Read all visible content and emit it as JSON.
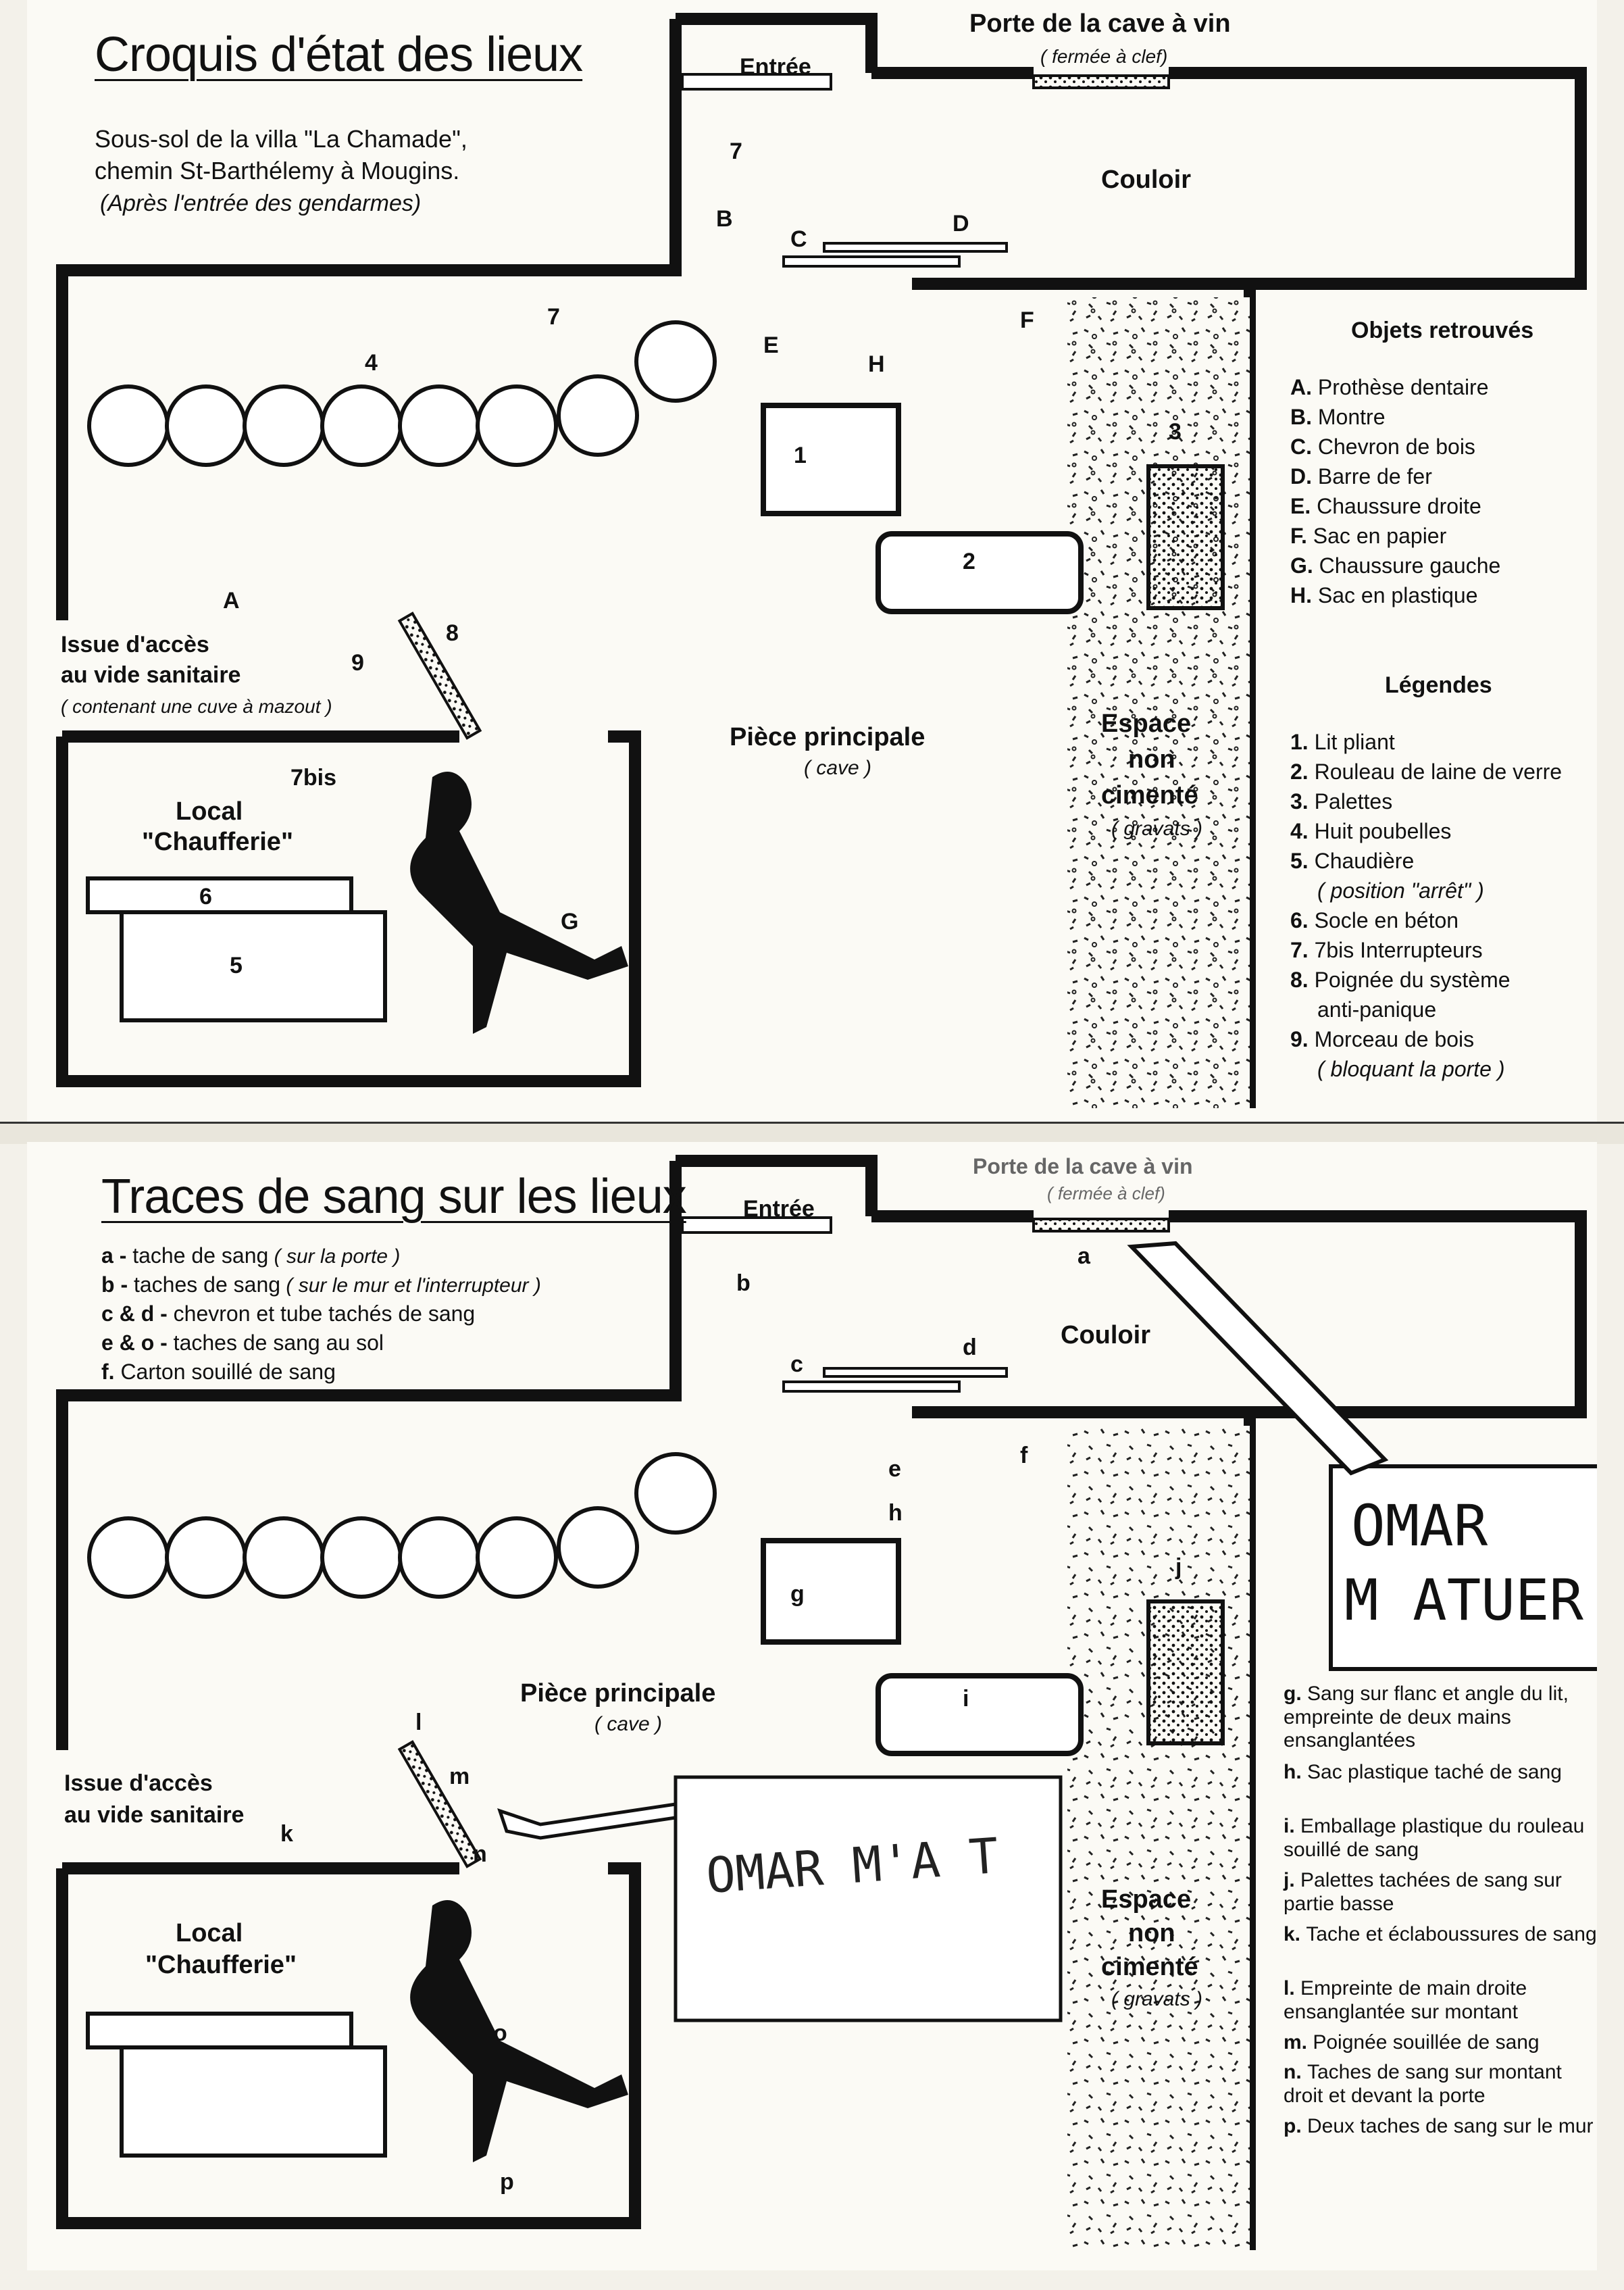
{
  "top": {
    "title": "Croquis d'état des lieux",
    "subtitle_lines": [
      "Sous-sol de la villa \"La Chamade\",",
      "chemin St-Barthélemy à Mougins."
    ],
    "note": "(Après l'entrée des gendarmes)",
    "labels": {
      "door_title": "Porte de la cave à vin",
      "door_sub": "( fermée à clef)",
      "entree": "Entrée",
      "couloir": "Couloir",
      "piece": "Pièce principale",
      "piece_sub": "( cave )",
      "espace": [
        "Espace",
        "non",
        "cimenté"
      ],
      "espace_sub": "( gravats )",
      "issue": [
        "Issue d'accès",
        "au vide sanitaire"
      ],
      "issue_sub": "( contenant une cuve à mazout )",
      "local": [
        "Local",
        "\"Chaufferie\""
      ],
      "marks": {
        "A": "A",
        "B": "B",
        "C": "C",
        "D": "D",
        "E": "E",
        "F": "F",
        "G": "G",
        "H": "H",
        "n1": "1",
        "n2": "2",
        "n3": "3",
        "n4": "4",
        "n5": "5",
        "n6": "6",
        "n7a": "7",
        "n7b": "7",
        "n7c": "7bis",
        "n8": "8",
        "n9": "9"
      }
    },
    "objects_title": "Objets retrouvés",
    "objects": [
      {
        "k": "A.",
        "v": "Prothèse dentaire"
      },
      {
        "k": "B.",
        "v": "Montre"
      },
      {
        "k": "C.",
        "v": "Chevron de bois"
      },
      {
        "k": "D.",
        "v": "Barre de fer"
      },
      {
        "k": "E.",
        "v": "Chaussure droite"
      },
      {
        "k": "F.",
        "v": "Sac en papier"
      },
      {
        "k": "G.",
        "v": "Chaussure gauche"
      },
      {
        "k": "H.",
        "v": "Sac en plastique"
      }
    ],
    "legend_title": "Légendes",
    "legend": [
      {
        "k": "1.",
        "v": "Lit pliant"
      },
      {
        "k": "2.",
        "v": "Rouleau de laine de verre"
      },
      {
        "k": "3.",
        "v": "Palettes"
      },
      {
        "k": "4.",
        "v": "Huit poubelles"
      },
      {
        "k": "5.",
        "v": "Chaudière"
      },
      {
        "k": "",
        "v": "( position \"arrêt\" )"
      },
      {
        "k": "6.",
        "v": "Socle en béton"
      },
      {
        "k": "7.",
        "v": "7bis Interrupteurs"
      },
      {
        "k": "8.",
        "v": "Poignée du système"
      },
      {
        "k": "",
        "v": "anti-panique"
      },
      {
        "k": "9.",
        "v": "Morceau de bois"
      },
      {
        "k": "",
        "v": "( bloquant la porte )"
      }
    ]
  },
  "bottom": {
    "title": "Traces de sang sur les lieux",
    "keys": [
      {
        "k": "a -",
        "v": "tache de sang",
        "n": "( sur la porte )"
      },
      {
        "k": "b -",
        "v": "taches de sang",
        "n": "( sur le mur et l'interrupteur )"
      },
      {
        "k": "c & d -",
        "v": "chevron et tube tachés de sang",
        "n": ""
      },
      {
        "k": "e & o -",
        "v": "taches de sang au sol",
        "n": ""
      },
      {
        "k": "f.",
        "v": "Carton souillé de sang",
        "n": ""
      }
    ],
    "labels": {
      "door_title": "Porte de la cave à vin",
      "door_sub": "( fermée à clef)",
      "entree": "Entrée",
      "couloir": "Couloir",
      "piece": "Pièce principale",
      "piece_sub": "( cave )",
      "espace": [
        "Espace",
        "non",
        "cimenté"
      ],
      "espace_sub": "( gravats )",
      "issue": [
        "Issue d'accès",
        "au vide sanitaire"
      ],
      "local": [
        "Local",
        "\"Chaufferie\""
      ],
      "marks": {
        "a": "a",
        "b": "b",
        "c": "c",
        "d": "d",
        "e": "e",
        "f": "f",
        "g": "g",
        "h": "h",
        "i": "i",
        "j": "j",
        "k": "k",
        "l": "l",
        "m": "m",
        "n": "n",
        "o": "o",
        "p": "p"
      }
    },
    "door_inscription": [
      "OMAR",
      "M ATUER"
    ],
    "wall_inscription": "OMAR  M'A T",
    "notes": [
      {
        "k": "g.",
        "v": "Sang sur flanc et angle du lit, empreinte de deux mains ensanglantées"
      },
      {
        "k": "h.",
        "v": "Sac plastique taché de sang"
      },
      {
        "k": "i.",
        "v": "Emballage plastique du rouleau souillé de sang"
      },
      {
        "k": "j.",
        "v": "Palettes tachées de sang sur partie basse"
      },
      {
        "k": "k.",
        "v": "Tache et éclaboussures de sang"
      },
      {
        "k": "l.",
        "v": "Empreinte de main droite ensanglantée sur montant"
      },
      {
        "k": "m.",
        "v": "Poignée souillée de sang"
      },
      {
        "k": "n.",
        "v": "Taches de sang sur montant droit et devant la porte"
      },
      {
        "k": "p.",
        "v": "Deux taches de sang sur le mur"
      }
    ]
  }
}
